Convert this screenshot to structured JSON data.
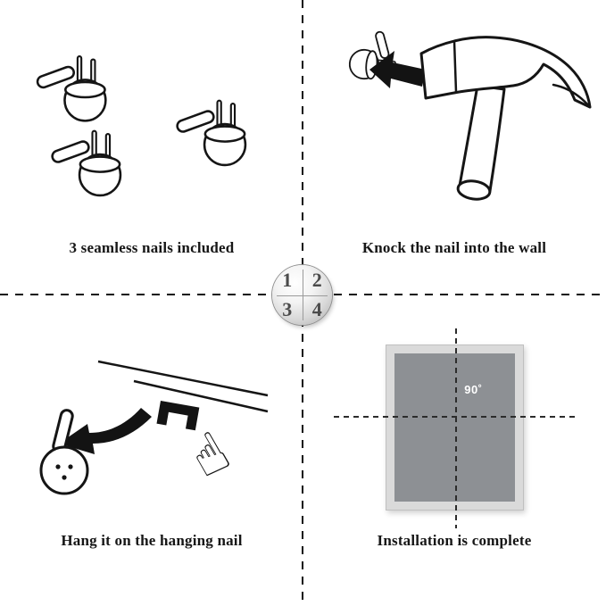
{
  "steps": [
    {
      "number": "1",
      "caption": "3 seamless nails included"
    },
    {
      "number": "2",
      "caption": "Knock the nail into the wall"
    },
    {
      "number": "3",
      "caption": "Hang it on the hanging nail"
    },
    {
      "number": "4",
      "caption": "Installation is complete"
    }
  ],
  "frame": {
    "angle_label": "90˚"
  },
  "icons": {
    "pointing_hand": "☝"
  },
  "colors": {
    "ink": "#151515",
    "frame_outer": "#dadada",
    "frame_inner": "#8d9094",
    "angle_label_color": "#ffffff"
  }
}
